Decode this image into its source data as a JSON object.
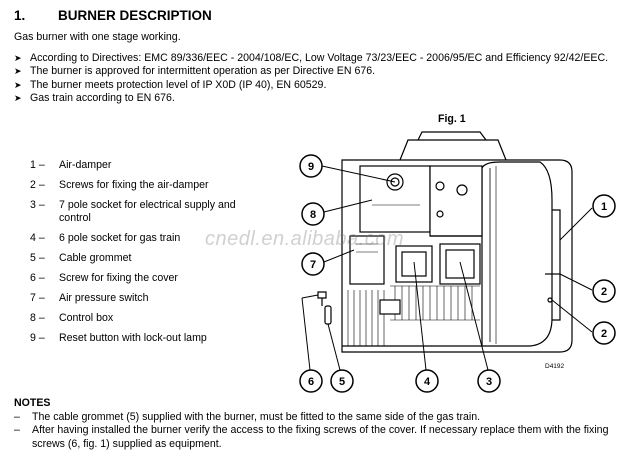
{
  "section": {
    "number": "1.",
    "title": "BURNER DESCRIPTION",
    "subtitle": "Gas burner with one stage working."
  },
  "bullets": [
    "According to Directives: EMC 89/336/EEC - 2004/108/EC, Low Voltage 73/23/EEC - 2006/95/EC and Efficiency 92/42/EEC.",
    "The burner is approved for intermittent operation as per Directive EN 676.",
    "The burner meets protection level of IP X0D (IP 40), EN 60529.",
    "Gas train according to EN 676."
  ],
  "bullet_glyph": "➤",
  "figure": {
    "label": "Fig. 1",
    "code": "D4192",
    "callouts": [
      "9",
      "8",
      "7",
      "1",
      "2",
      "2",
      "6",
      "5",
      "4",
      "3"
    ]
  },
  "legend": [
    {
      "num": "1",
      "text": "Air-damper"
    },
    {
      "num": "2",
      "text": "Screws for fixing the air-damper"
    },
    {
      "num": "3",
      "text": "7 pole socket for electrical supply and control"
    },
    {
      "num": "4",
      "text": "6 pole socket for gas train"
    },
    {
      "num": "5",
      "text": "Cable grommet"
    },
    {
      "num": "6",
      "text": "Screw for fixing the cover"
    },
    {
      "num": "7",
      "text": "Air pressure switch"
    },
    {
      "num": "8",
      "text": "Control box"
    },
    {
      "num": "9",
      "text": "Reset button with lock-out lamp"
    }
  ],
  "legend_dash": "–",
  "notes": {
    "heading": "NOTES",
    "dash": "–",
    "items": [
      "The cable grommet (5) supplied with the burner, must be fitted to the same side of the gas train.",
      "After having installed the burner verify the access to the fixing screws of the cover. If necessary replace them with the fixing screws (6, fig. 1) supplied as equipment."
    ]
  },
  "watermark": "cnedl.en.alibaba.com",
  "colors": {
    "text": "#000000",
    "background": "#ffffff",
    "watermark": "#787878"
  }
}
